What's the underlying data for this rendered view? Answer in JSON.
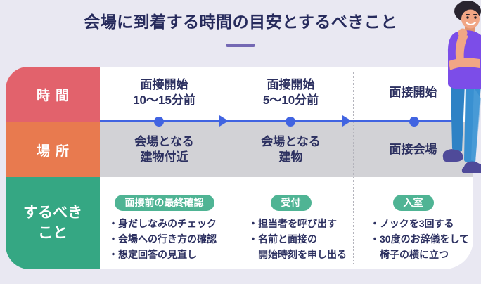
{
  "title": "会場に到着する時間の目安とするべきこと",
  "row_headers": {
    "time": "時間",
    "place": "場所",
    "todo": "するべき\nこと"
  },
  "columns": [
    {
      "time": "面接開始\n10〜15分前",
      "place": "会場となる\n建物付近",
      "badge": "面接前の最終確認",
      "items": [
        "・身だしなみのチェック",
        "・会場への行き方の確認",
        "・想定回答の見直し"
      ]
    },
    {
      "time": "面接開始\n5〜10分前",
      "place": "会場となる\n建物",
      "badge": "受付",
      "items": [
        "・担当者を呼び出す",
        "・名前と面接の\n　開始時刻を申し出る"
      ]
    },
    {
      "time": "面接開始",
      "place": "面接会場",
      "badge": "入室",
      "items": [
        "・ノックを3回する",
        "・30度のお辞儀をして\n　椅子の横に立つ"
      ]
    }
  ],
  "icons": {
    "person_illustration": "thinking-man"
  },
  "colors": {
    "page_background": "#E9E8F2",
    "title_text": "#262A5C",
    "row_time": "#E2626C",
    "row_place": "#E87A4F",
    "row_todo": "#35A783",
    "badge_green": "#4FB494",
    "timeline_blue": "#4164E1",
    "place_band_grey": "#D2D2D6",
    "body_text": "#2C3060",
    "title_underline": "#7468B4"
  }
}
